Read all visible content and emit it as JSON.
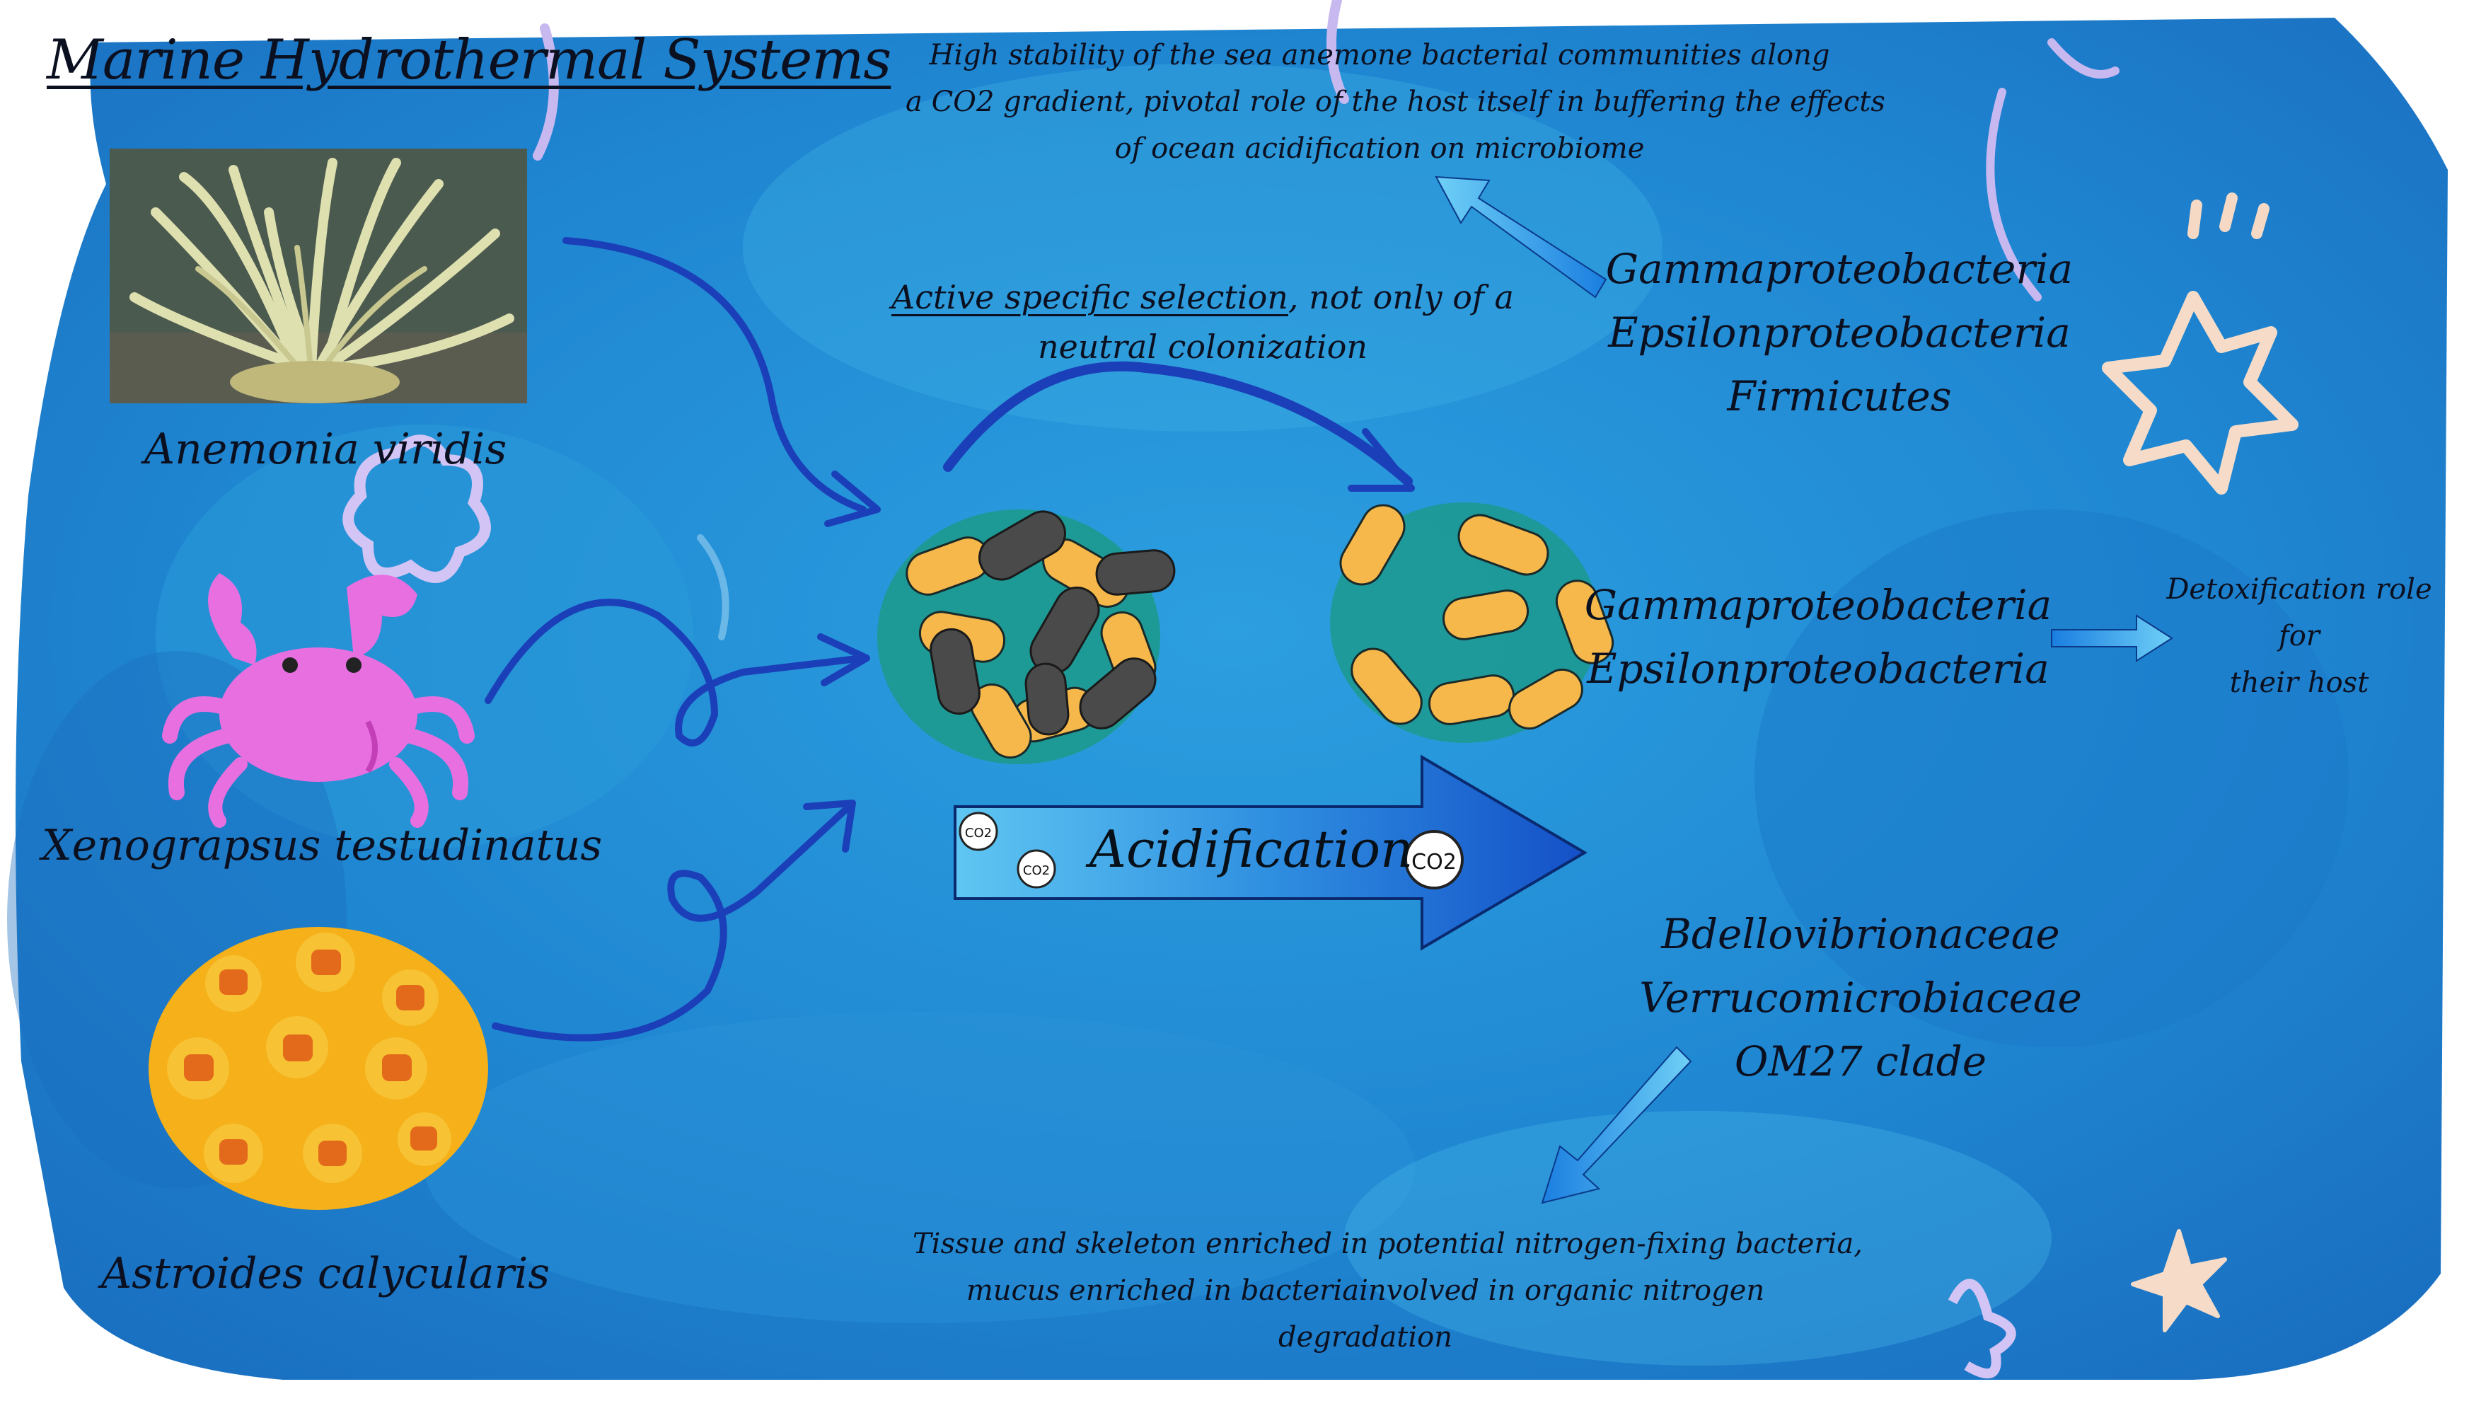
{
  "title": "Marine Hydrothermal Systems",
  "species": [
    {
      "name": "Anemonia viridis"
    },
    {
      "name": "Xenograpsus testudinatus"
    },
    {
      "name": "Astroides calycularis"
    }
  ],
  "selection_note": {
    "underlined": "Active specific selection",
    "rest": ", not only of a",
    "line2": "neutral colonization"
  },
  "acidification_label": "Acidification",
  "co2_badges": [
    "CO2",
    "CO2",
    "CO2"
  ],
  "top_note": [
    "High stability of the sea anemone bacterial communities along",
    "a CO2 gradient,  pivotal role of the host itself in buffering the effects",
    "of ocean acidification on microbiome"
  ],
  "taxa_top": [
    "Gammaproteobacteria",
    "Epsilonproteobacteria",
    "Firmicutes"
  ],
  "taxa_middle": [
    "Gammaproteobacteria",
    "Epsilonproteobacteria"
  ],
  "detox_note": [
    "Detoxification role",
    "for",
    "their host"
  ],
  "taxa_bottom": [
    "Bdellovibrionaceae",
    "Verrucomicrobiaceae",
    "OM27 clade"
  ],
  "bottom_note": [
    "Tissue and skeleton enriched in potential nitrogen-fixing bacteria,",
    "mucus enriched in bacteriainvolved in organic nitrogen",
    "degradation"
  ],
  "colors": {
    "ocean": "#1f86d1",
    "ocean_light": "#3fb3e6",
    "bacteria_yellow": "#f6b84a",
    "bacteria_dark": "#4a4a4a",
    "biofilm": "#1c9a8a",
    "arrow": "#1b3fb8"
  }
}
